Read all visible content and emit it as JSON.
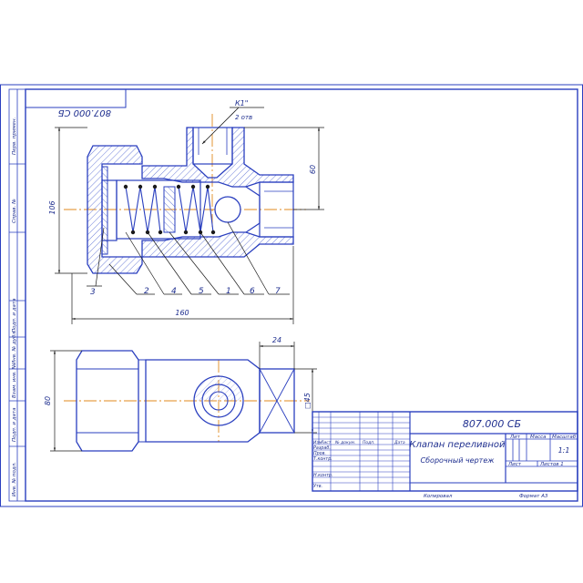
{
  "colors": {
    "outline": "#2a3fbf",
    "hatch": "#4a5fd0",
    "axis": "#e08a1e",
    "text": "#1f2f8f",
    "spring": "#111111"
  },
  "drawing": {
    "stamp_mirrored": "807.000 СБ",
    "thread_label": "К1\"",
    "holes_label": "2 отв",
    "dims": {
      "d106": "106",
      "d60": "60",
      "d160": "160",
      "d80": "80",
      "d24": "24",
      "d45": "□45"
    },
    "callouts": [
      "3",
      "2",
      "4",
      "5",
      "1",
      "6",
      "7"
    ]
  },
  "side_labels": [
    "Перв. примен.",
    "Справ. №",
    "Подп. и дата",
    "Инв. № дубл.",
    "Взам. инв. №",
    "Подп. и дата",
    "Инв. № подл."
  ],
  "title_block": {
    "designation": "807.000 СБ",
    "name": "Клапан переливной",
    "doc_type": "Сборочный чертеж",
    "col_lit": "Лит",
    "col_mass": "Масса",
    "col_scale": "Масштаб",
    "scale_value": "1:1",
    "sheet_label": "Лист",
    "sheets_label": "Листов 1",
    "header_cols": [
      "Изм",
      "Лист",
      "№ докум.",
      "Подп.",
      "Дата"
    ],
    "rows": [
      "Разраб.",
      "Пров.",
      "Т.контр.",
      "",
      "Н.контр.",
      "Утв."
    ],
    "copied": "Копировал",
    "format": "Формат  А3"
  }
}
